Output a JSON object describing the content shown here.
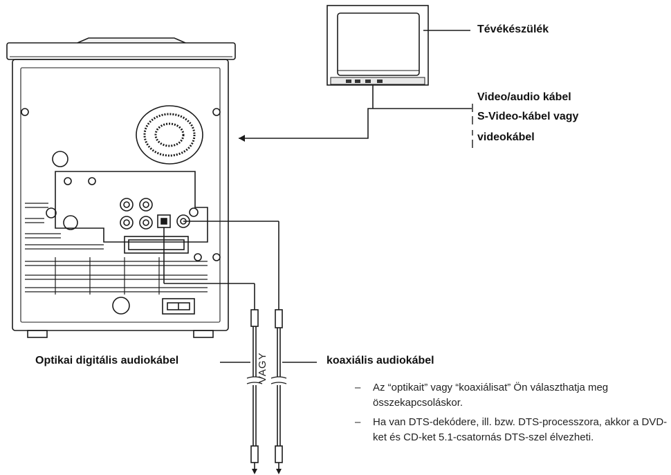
{
  "labels": {
    "tv": "Tévékészülék",
    "av_cable_line1": "Video/audio kábel",
    "av_cable_line2": "S-Video-kábel vagy",
    "av_cable_line3": "videokábel",
    "optical": "Optikai digitális audiokábel",
    "or": "VAGY",
    "coaxial": "koaxiális audiokábel"
  },
  "notes": [
    {
      "dash": "–",
      "text": "Az “optikait” vagy “koaxiálisat” Ön választhatja meg összekapcsoláskor."
    },
    {
      "dash": "–",
      "text": "Ha van DTS-dekódere, ill. bzw. DTS-processzora, akkor a DVD-ket és CD-ket 5.1-csatornás DTS-szel élvezheti."
    }
  ]
}
